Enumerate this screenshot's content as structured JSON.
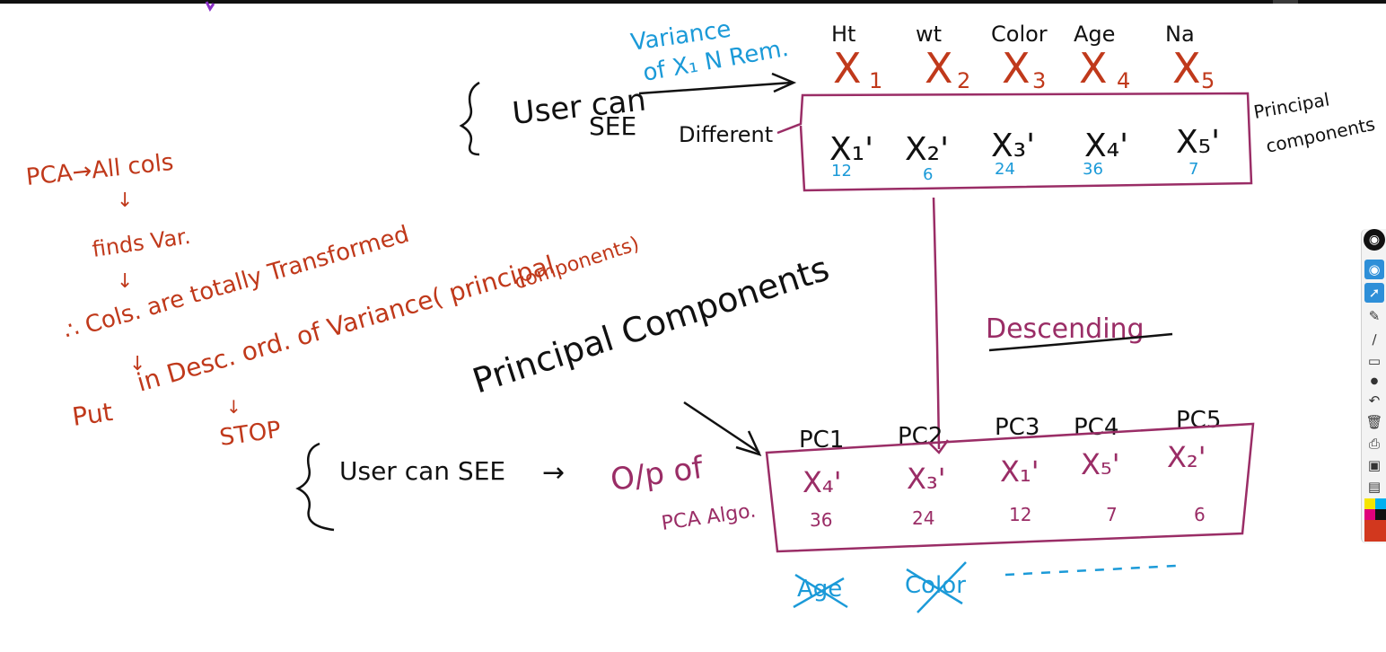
{
  "top_columns": {
    "headers": [
      "Ht",
      "wt",
      "Color",
      "Age",
      "Na"
    ],
    "variables": [
      "X",
      "X",
      "X",
      "X",
      "X"
    ],
    "subscripts": [
      "1",
      "2",
      "3",
      "4",
      "5"
    ]
  },
  "variance_note": {
    "line1": "Variance",
    "line2": "of X₁ N Rem."
  },
  "user_can_see_top": {
    "line1": "User can",
    "line2": "SEE",
    "different": "Different"
  },
  "principal_components_side": {
    "line1": "Principal",
    "line2": "components"
  },
  "top_box": {
    "items": [
      "X₁'",
      "X₂'",
      "X₃'",
      "X₄'",
      "X₅'"
    ],
    "variances": [
      "12",
      "6",
      "24",
      "36",
      "7"
    ]
  },
  "descending_label": "Descending",
  "pca_steps": {
    "step1": "PCA→All cols",
    "arrow1": "↓",
    "step2": "finds Var.",
    "arrow2": "↓",
    "step3a": "∴ Cols. are totally Transformed",
    "step3b": "in Desc. ord. of Variance( principal",
    "step3c": "components)",
    "arrow3": "↓",
    "step4": "Put",
    "arrow4": "↓",
    "step5": "STOP"
  },
  "principal_components_label": "Principal Components",
  "user_can_see_bottom": {
    "text": "User can SEE",
    "arrow": "→",
    "op_line1": "O/p of",
    "op_line2": "PCA Algo."
  },
  "bottom_box": {
    "headers": [
      "PC1",
      "PC2",
      "PC3",
      "PC4",
      "PC5"
    ],
    "items": [
      "X₄'",
      "X₃'",
      "X₁'",
      "X₅'",
      "X₂'"
    ],
    "variances": [
      "36",
      "24",
      "12",
      "7",
      "6"
    ]
  },
  "crossed_labels": [
    "Age",
    "Color"
  ],
  "colors": {
    "red": "#c0391b",
    "blue": "#1b9ad8",
    "black": "#111111",
    "plum": "#9a2d66"
  },
  "toolbar": {
    "icons": [
      "eye-icon",
      "pointer-icon",
      "pen-icon",
      "line-icon",
      "eraser-icon",
      "dot-icon",
      "undo-icon",
      "trash-icon",
      "print-icon",
      "screenshot-icon",
      "clipboard-icon",
      "color-palette"
    ]
  }
}
